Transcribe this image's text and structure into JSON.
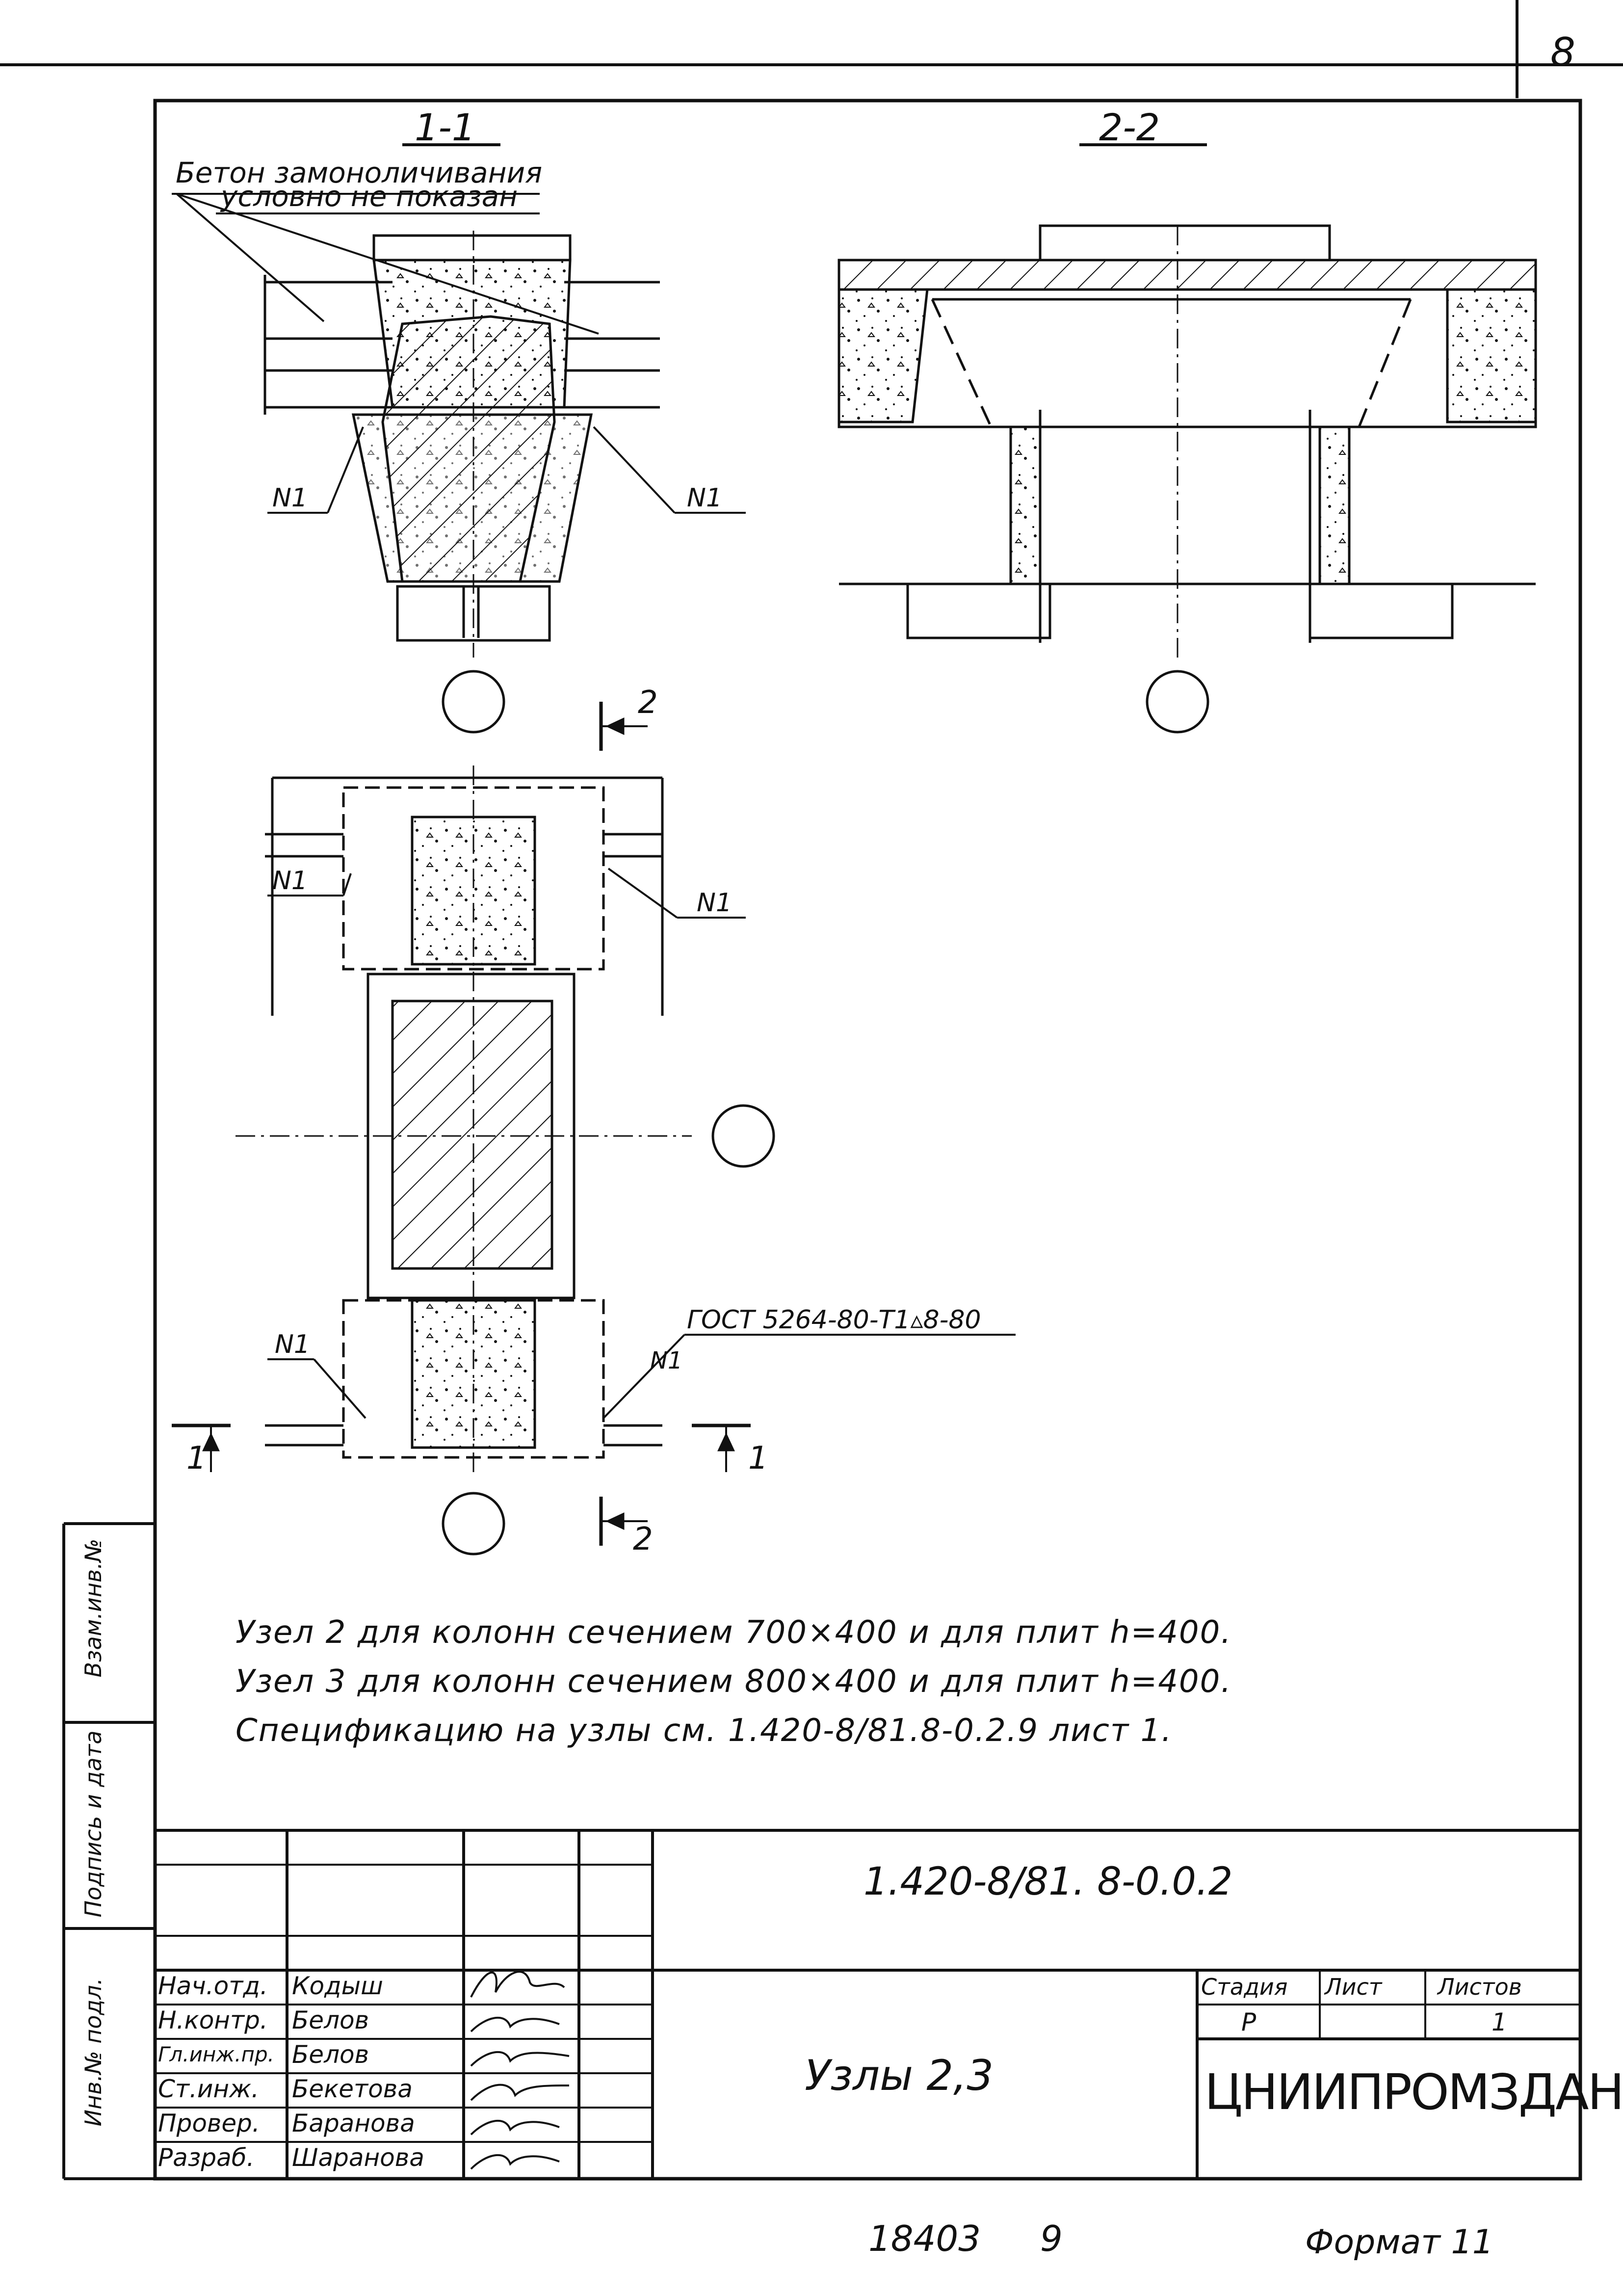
{
  "sheet_number": "8",
  "sections": {
    "section_1_1": "1-1",
    "section_2_2": "2-2"
  },
  "callouts": {
    "concrete_note_line1": "Бетон замоноличивания",
    "concrete_note_line2": "условно не показан",
    "n1": "N1",
    "gost": "ГОСТ 5264-80-Т1▵8-80"
  },
  "cut_marks": {
    "cut2": "2",
    "cut1": "1"
  },
  "notes": [
    "Узел 2 для колонн сечением 700×400 и для плит h=400.",
    "Узел 3 для колонн сечением 800×400 и для плит h=400.",
    "Спецификацию на узлы см. 1.420-8/81.8-0.2.9 лист 1."
  ],
  "side_stamp": {
    "vzam_inv": "Взам.инв.№",
    "podpis_data": "Подпись и дата",
    "inv_podl": "Инв.№ подл."
  },
  "title_block": {
    "document_code": "1.420-8/81. 8-0.0.2",
    "title": "Узлы 2,3",
    "organization": "ЦНИИПРОМЗДАНИЙ",
    "stage_label": "Стадия",
    "sheet_label": "Лист",
    "sheets_label": "Листов",
    "stage_value": "Р",
    "sheets_value": "1",
    "staff": [
      {
        "role": "Нач.отд.",
        "name": "Кодыш"
      },
      {
        "role": "Н.контр.",
        "name": "Белов"
      },
      {
        "role": "Гл.инж.пр.",
        "name": "Белов"
      },
      {
        "role": "Ст.инж.",
        "name": "Бекетова"
      },
      {
        "role": "Провер.",
        "name": "Баранова"
      },
      {
        "role": "Разраб.",
        "name": "Шаранова"
      }
    ]
  },
  "footer": {
    "inventory": "18403",
    "copy": "9",
    "format": "Формат 11"
  }
}
